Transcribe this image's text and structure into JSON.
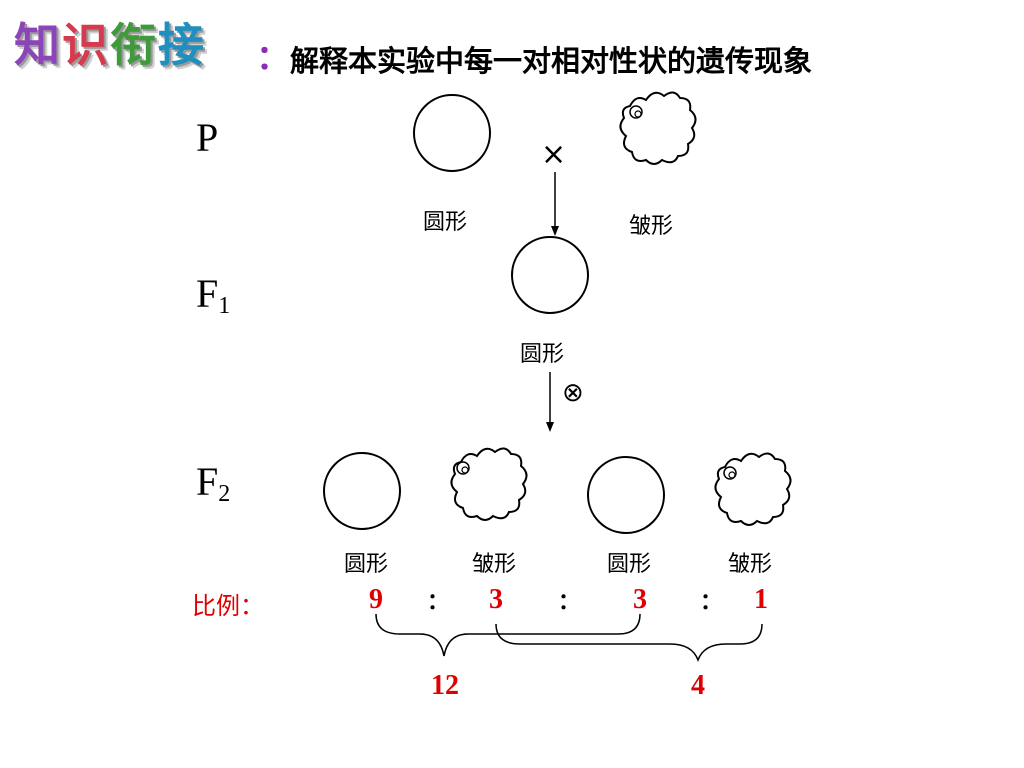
{
  "title": {
    "art_chars": [
      "知",
      "识",
      "衔",
      "接"
    ],
    "colon": "：",
    "subtitle": "解释本实验中每一对相对性状的遗传现象"
  },
  "generations": {
    "p": "P",
    "f1_base": "F",
    "f1_sub": "1",
    "f2_base": "F",
    "f2_sub": "2"
  },
  "symbols": {
    "cross": "×",
    "self": "⊗"
  },
  "labels": {
    "p_round": "圆形",
    "p_wrinkled": "皱形",
    "f1_round": "圆形",
    "f2": [
      "圆形",
      "皱形",
      "圆形",
      "皱形"
    ]
  },
  "ratio": {
    "label": "比例：",
    "values": [
      "9",
      "3",
      "3",
      "1"
    ],
    "separator": "：",
    "group_totals": [
      "12",
      "4"
    ]
  }
}
